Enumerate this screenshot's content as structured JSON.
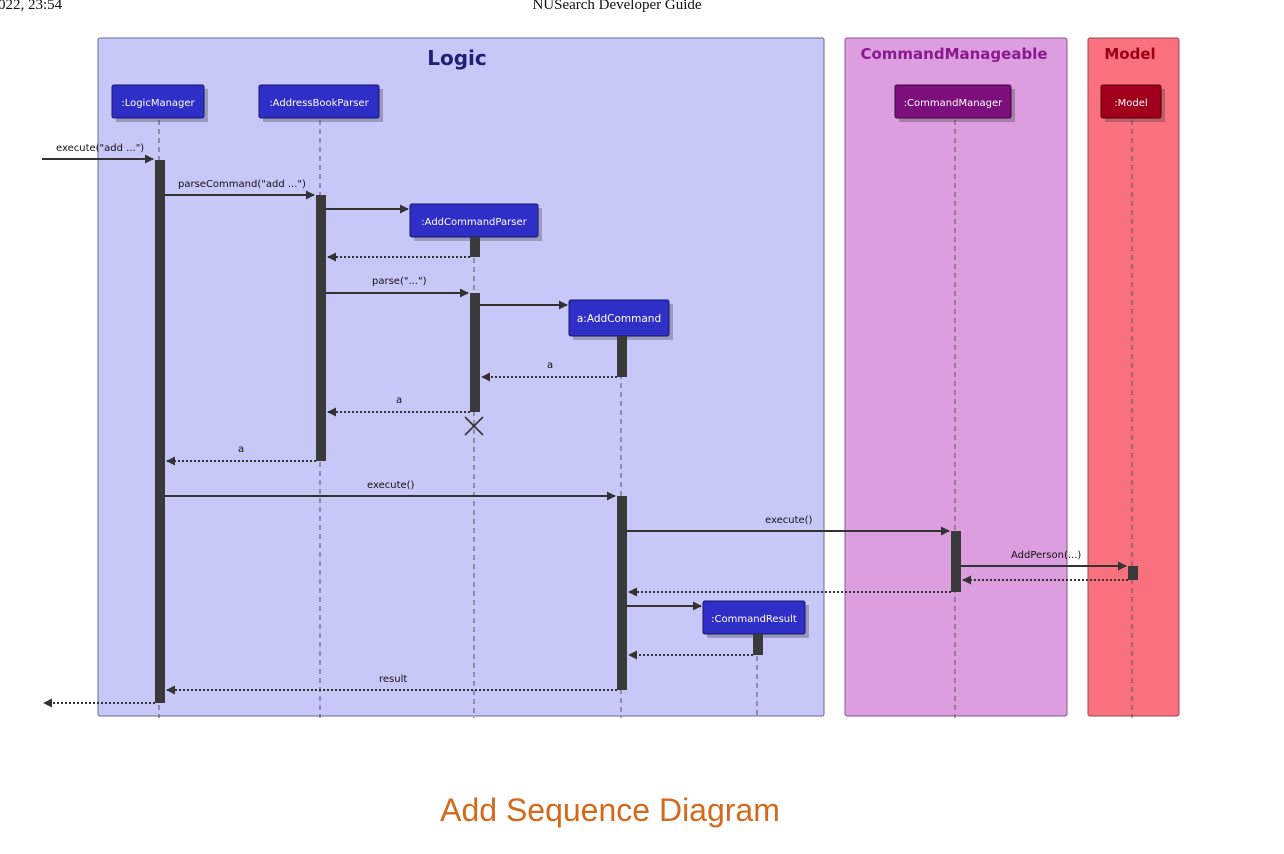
{
  "print_header": {
    "date": "022, 23:54",
    "title": "NUSearch Developer Guide"
  },
  "caption": "Add Sequence Diagram",
  "colors": {
    "logic_box": "#c8c8f8",
    "command_box": "#dc9ede",
    "model_box": "#f9707e",
    "participant_logic": "#2f2fc8",
    "participant_command": "#7d0f7d",
    "participant_model": "#a0001b",
    "activation": "#3a3a3a",
    "logic_title": "#1e2078",
    "command_title": "#8a1890",
    "model_title": "#9a0018"
  },
  "diagram": {
    "boxes": [
      {
        "id": "logic",
        "title": "Logic"
      },
      {
        "id": "command",
        "title": "CommandManageable"
      },
      {
        "id": "model",
        "title": "Model"
      }
    ],
    "participants": [
      {
        "id": "lm",
        "label": ":LogicManager",
        "box": "logic"
      },
      {
        "id": "abp",
        "label": ":AddressBookParser",
        "box": "logic"
      },
      {
        "id": "acp",
        "label": ":AddCommandParser",
        "box": "logic"
      },
      {
        "id": "ac",
        "label": "a:AddCommand",
        "box": "logic"
      },
      {
        "id": "cr",
        "label": ":CommandResult",
        "box": "logic"
      },
      {
        "id": "cm",
        "label": ":CommandManager",
        "box": "command"
      },
      {
        "id": "md",
        "label": ":Model",
        "box": "model"
      }
    ],
    "messages": [
      {
        "label": "execute(\"add ...\")"
      },
      {
        "label": "parseCommand(\"add ...\")"
      },
      {
        "label": ""
      },
      {
        "label": ""
      },
      {
        "label": "parse(\"...\")"
      },
      {
        "label": ""
      },
      {
        "label": "a"
      },
      {
        "label": "a"
      },
      {
        "label": "a"
      },
      {
        "label": "execute()"
      },
      {
        "label": "execute()"
      },
      {
        "label": "AddPerson(...)"
      },
      {
        "label": ""
      },
      {
        "label": ""
      },
      {
        "label": ""
      },
      {
        "label": ""
      },
      {
        "label": "result"
      },
      {
        "label": ""
      }
    ]
  }
}
